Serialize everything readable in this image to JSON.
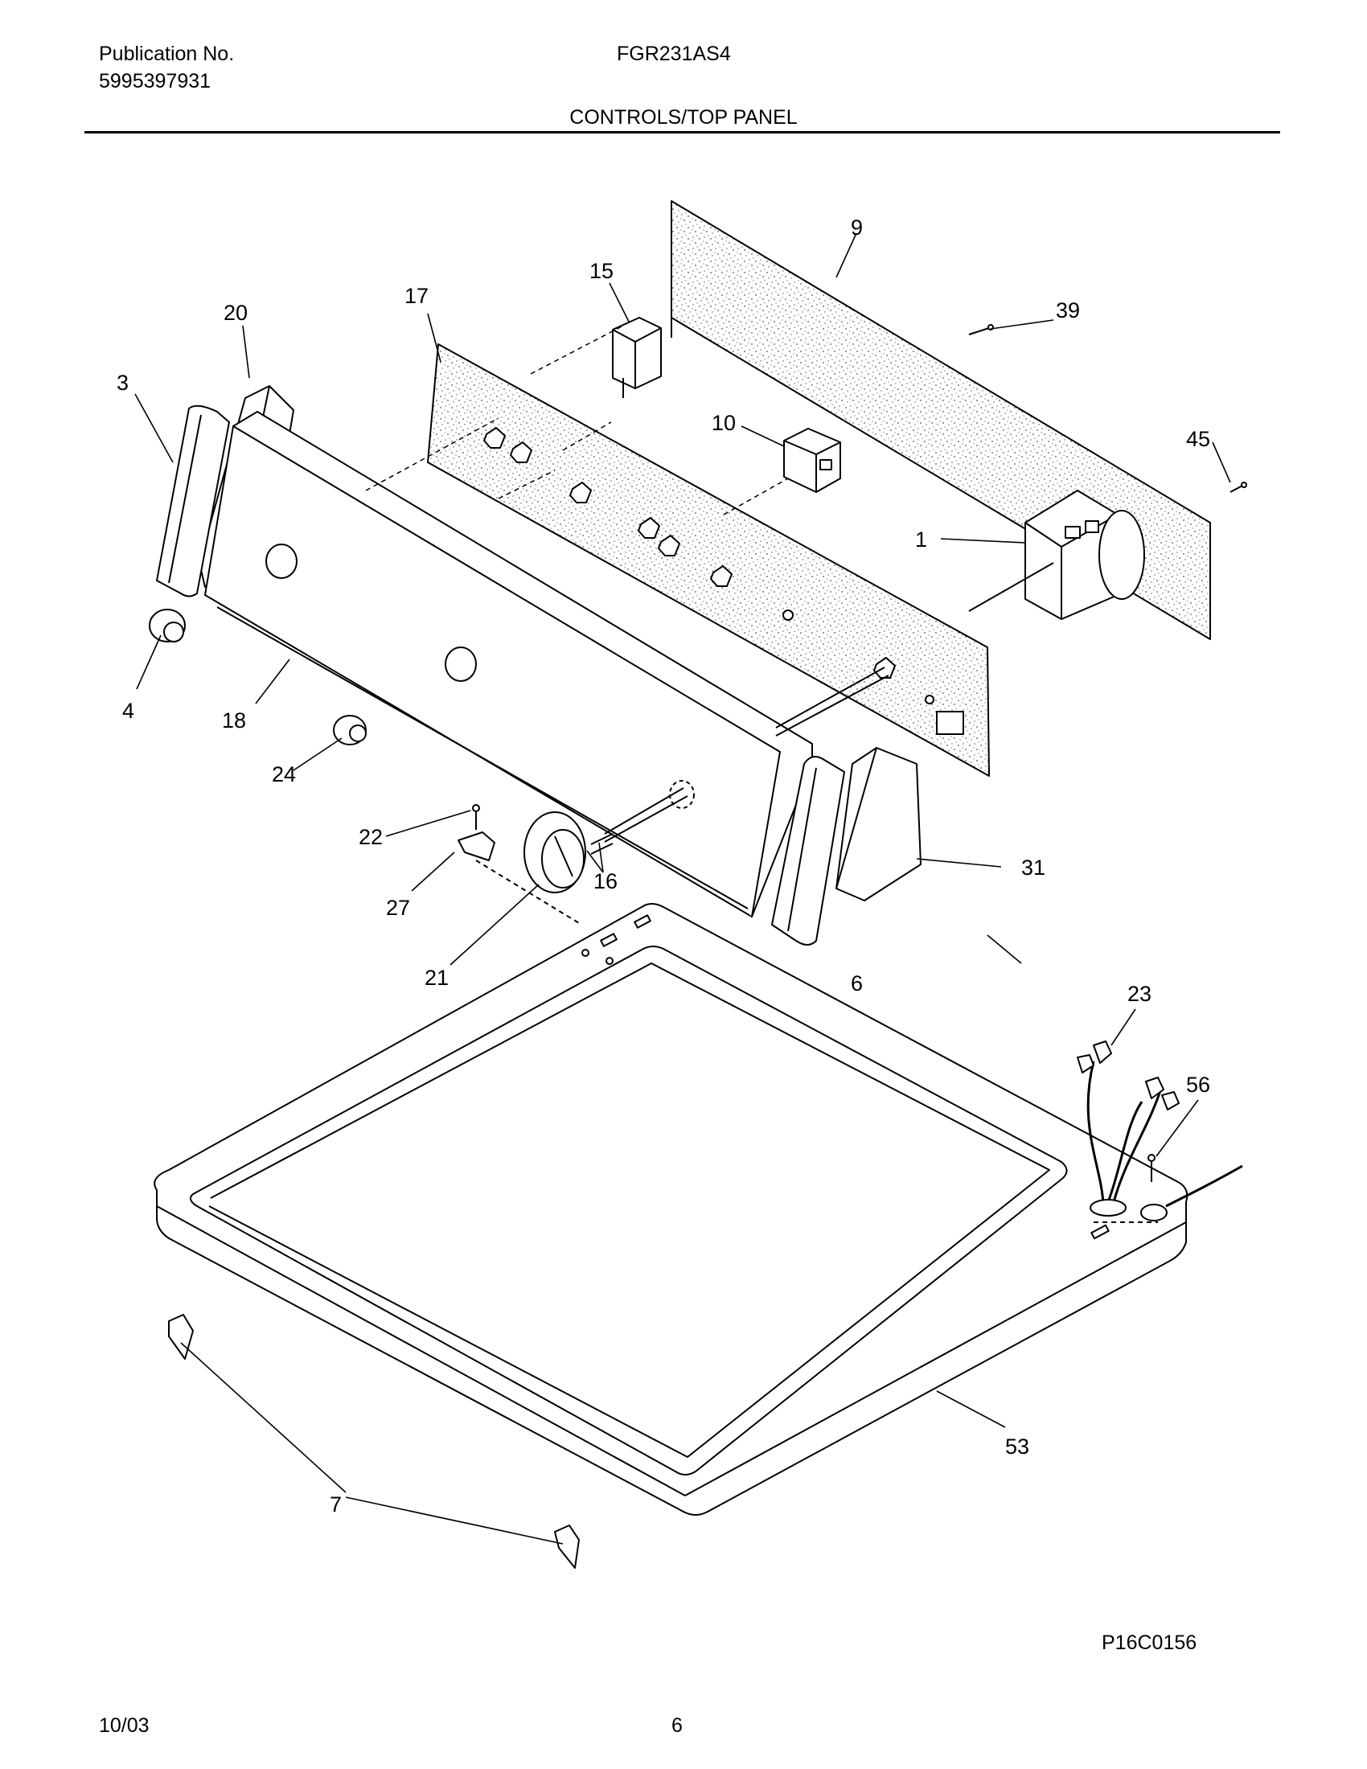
{
  "header": {
    "publication_label": "Publication No.",
    "publication_number": "5995397931",
    "model": "FGR231AS4",
    "section_title": "CONTROLS/TOP PANEL"
  },
  "diagram": {
    "callouts": [
      "1",
      "3",
      "4",
      "6",
      "7",
      "9",
      "10",
      "15",
      "16",
      "17",
      "18",
      "20",
      "21",
      "22",
      "23",
      "24",
      "27",
      "31",
      "39",
      "45",
      "53",
      "56"
    ]
  },
  "footer": {
    "illustration_code": "P16C0156",
    "date": "10/03",
    "page": "6"
  }
}
